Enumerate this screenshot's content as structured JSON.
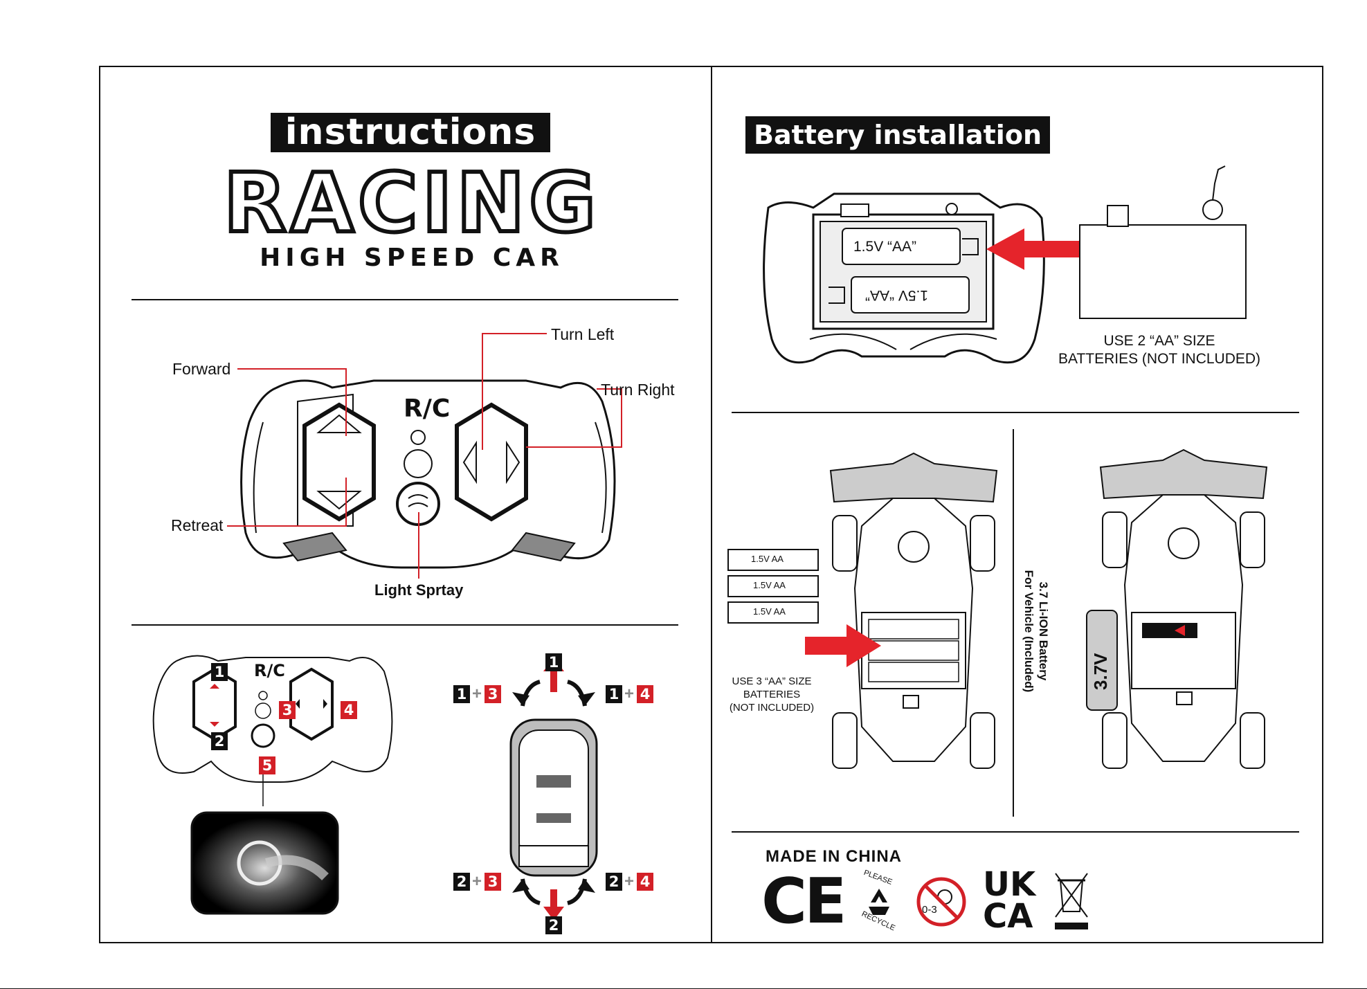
{
  "left_panel": {
    "heading": "instructions",
    "brand": "RACING",
    "subtitle": "HIGH SPEED CAR",
    "remote_labels": {
      "forward": "Forward",
      "retreat": "Retreat",
      "turn_left": "Turn Left",
      "turn_right": "Turn Right",
      "light_spray": "Light Sprtay",
      "remote_logo": "R/C"
    },
    "mini_remote": {
      "logo": "R/C",
      "numbers": [
        "1",
        "2",
        "3",
        "4",
        "5"
      ]
    },
    "direction_diagram": {
      "up": "1",
      "down": "2",
      "combo_top_left": [
        "1",
        "3"
      ],
      "combo_top_right": [
        "1",
        "4"
      ],
      "combo_bottom_left": [
        "2",
        "3"
      ],
      "combo_bottom_right": [
        "2",
        "4"
      ],
      "plus": "+"
    }
  },
  "right_panel": {
    "heading": "Battery installation",
    "remote_battery": {
      "cell_label_top": "1.5V “AA”",
      "cell_label_bottom": "1.5V “AA”",
      "caption_line1": "USE 2 “AA” SIZE",
      "caption_line2": "BATTERIES (NOT INCLUDED)"
    },
    "car_aa": {
      "cells": [
        "1.5V  AA",
        "1.5V  AA",
        "1.5V  AA"
      ],
      "caption_line1": "USE 3 “AA” SIZE",
      "caption_line2": "BATTERIES",
      "caption_line3": "(NOT INCLUDED)"
    },
    "car_liion": {
      "vertical_line1": "3.7 Li-ION Battery",
      "vertical_line2": "For Vehicle (Included)",
      "pack_label": "3.7V"
    },
    "footer": {
      "made_in": "MADE IN CHINA",
      "ce_mark": "CE",
      "recycle_top": "PLEASE",
      "recycle_bottom": "RECYCLE",
      "age_warning": "0-3",
      "ukca_top": "UK",
      "ukca_bottom": "CA"
    }
  },
  "colors": {
    "accent_red": "#d32027",
    "ink": "#111111",
    "grey_fill": "#bdbdbd"
  }
}
